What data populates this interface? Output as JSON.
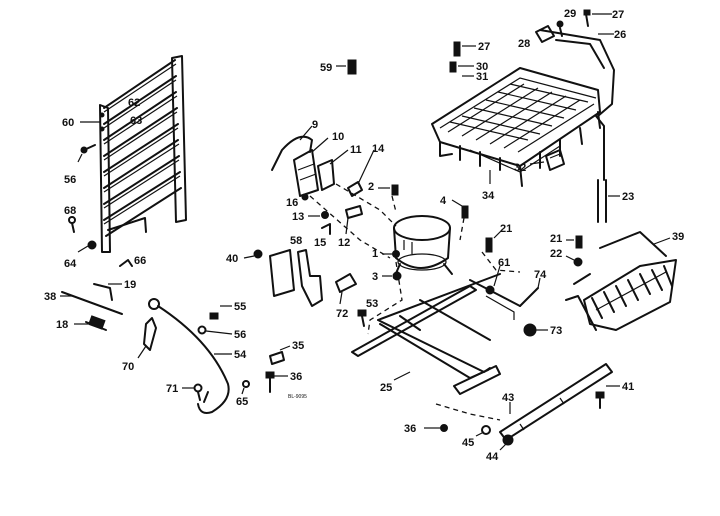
{
  "diagram": {
    "drawing_number": "BL-9095",
    "callouts": [
      {
        "id": "c27a",
        "label": "27"
      },
      {
        "id": "c29",
        "label": "29"
      },
      {
        "id": "c27b",
        "label": "27"
      },
      {
        "id": "c26",
        "label": "26"
      },
      {
        "id": "c28",
        "label": "28"
      },
      {
        "id": "c30",
        "label": "30"
      },
      {
        "id": "c31",
        "label": "31"
      },
      {
        "id": "c59",
        "label": "59"
      },
      {
        "id": "c60",
        "label": "60"
      },
      {
        "id": "c62",
        "label": "62"
      },
      {
        "id": "c63",
        "label": "63"
      },
      {
        "id": "c56a",
        "label": "56"
      },
      {
        "id": "c9",
        "label": "9"
      },
      {
        "id": "c10",
        "label": "10"
      },
      {
        "id": "c11",
        "label": "11"
      },
      {
        "id": "c14",
        "label": "14"
      },
      {
        "id": "c16",
        "label": "16"
      },
      {
        "id": "c2",
        "label": "2"
      },
      {
        "id": "c13",
        "label": "13"
      },
      {
        "id": "c15",
        "label": "15"
      },
      {
        "id": "c12",
        "label": "12"
      },
      {
        "id": "c32",
        "label": "32"
      },
      {
        "id": "c34",
        "label": "34"
      },
      {
        "id": "c23",
        "label": "23"
      },
      {
        "id": "c4",
        "label": "4"
      },
      {
        "id": "c68",
        "label": "68"
      },
      {
        "id": "c64",
        "label": "64"
      },
      {
        "id": "c66",
        "label": "66"
      },
      {
        "id": "c40",
        "label": "40"
      },
      {
        "id": "c58",
        "label": "58"
      },
      {
        "id": "c1",
        "label": "1"
      },
      {
        "id": "c3",
        "label": "3"
      },
      {
        "id": "c21a",
        "label": "21"
      },
      {
        "id": "c61",
        "label": "61"
      },
      {
        "id": "c21b",
        "label": "21"
      },
      {
        "id": "c22",
        "label": "22"
      },
      {
        "id": "c39",
        "label": "39"
      },
      {
        "id": "c74",
        "label": "74"
      },
      {
        "id": "c19a",
        "label": "19"
      },
      {
        "id": "c38",
        "label": "38"
      },
      {
        "id": "c18",
        "label": "18"
      },
      {
        "id": "c55",
        "label": "55"
      },
      {
        "id": "c56b",
        "label": "56"
      },
      {
        "id": "c72",
        "label": "72"
      },
      {
        "id": "c53",
        "label": "53"
      },
      {
        "id": "c73",
        "label": "73"
      },
      {
        "id": "c70",
        "label": "70"
      },
      {
        "id": "c54",
        "label": "54"
      },
      {
        "id": "c35",
        "label": "35"
      },
      {
        "id": "c25",
        "label": "25"
      },
      {
        "id": "c71",
        "label": "71"
      },
      {
        "id": "c65",
        "label": "65"
      },
      {
        "id": "c36a",
        "label": "36"
      },
      {
        "id": "c41",
        "label": "41"
      },
      {
        "id": "c43",
        "label": "43"
      },
      {
        "id": "c36b",
        "label": "36"
      },
      {
        "id": "c45",
        "label": "45"
      },
      {
        "id": "c44",
        "label": "44"
      }
    ]
  }
}
